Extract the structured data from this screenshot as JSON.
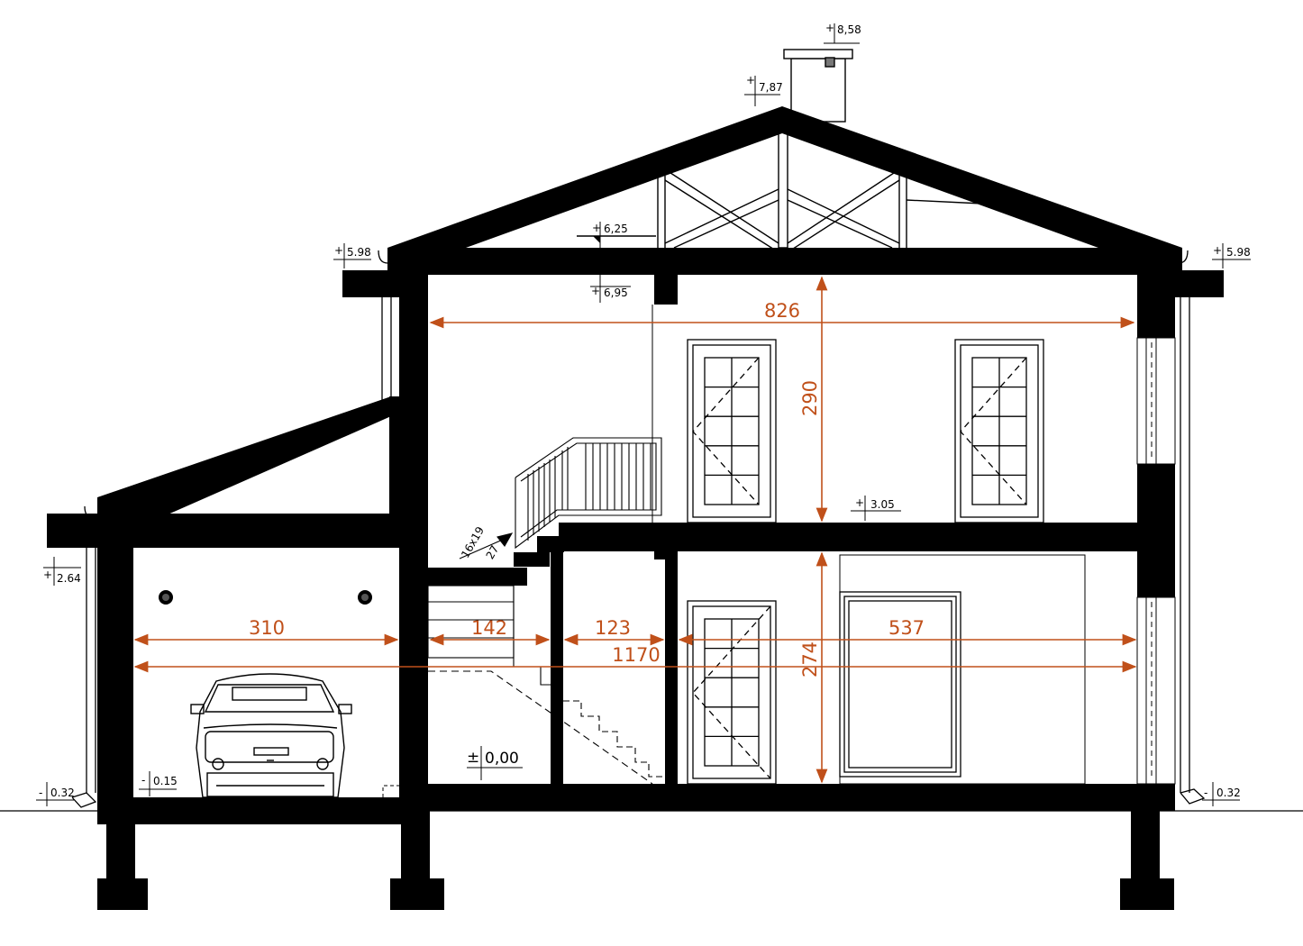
{
  "levels": {
    "chimney_top": "8,58",
    "ridge": "7,87",
    "eave_left": "5.98",
    "eave_right": "5.98",
    "attic_floor": "6,25",
    "ceiling": "6,95",
    "first_floor": "3.05",
    "garage_roof": "2.64",
    "ground_left": "0.32",
    "ground_right": "0.32",
    "garage_floor": "0.15",
    "zero": "0,00"
  },
  "level_signs": {
    "plus": "+",
    "minus": "-",
    "plus_minus": "±"
  },
  "dimensions": {
    "upper_width": "826",
    "upper_height": "290",
    "lower_height": "274",
    "garage_width": "310",
    "stair_width": "142",
    "hall_width": "123",
    "living_width": "537",
    "total_width": "1170"
  },
  "stair_spec": {
    "riser": "16x19",
    "tread": "27"
  },
  "colors": {
    "structure": "#000000",
    "dimension": "#c0501a",
    "background": "#ffffff"
  }
}
